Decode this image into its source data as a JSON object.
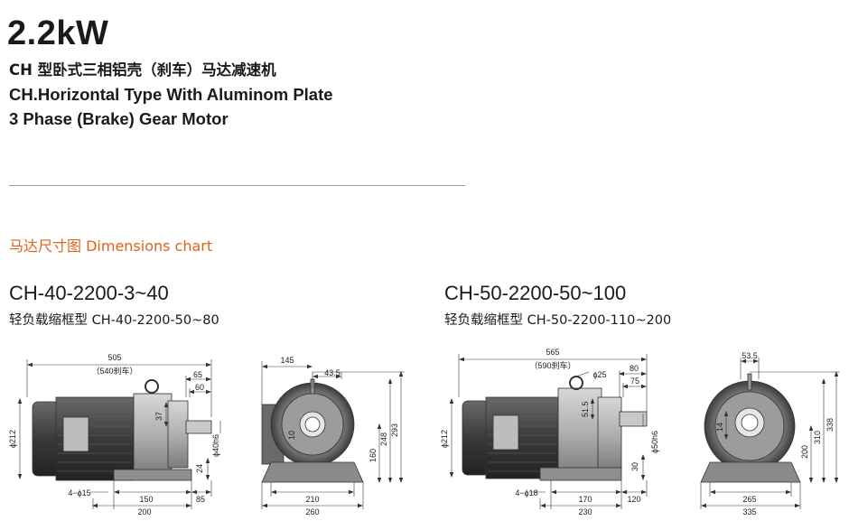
{
  "header": {
    "power": "2.2kW",
    "title_cn": "CH 型卧式三相铝壳（刹车）马达减速机",
    "title_en_1": "CH.Horizontal Type With Aluminom Plate",
    "title_en_2": "3 Phase (Brake) Gear Motor"
  },
  "section": {
    "dimensions_label": "马达尺寸图 Dimensions chart"
  },
  "left_model": {
    "model": "CH-40-2200-3~40",
    "light_load_prefix": "轻负载缩框型",
    "light_load_model": "CH-40-2200-50~80",
    "dims": {
      "d505": "505",
      "d540": "（540刹车）",
      "d65": "65",
      "d60": "60",
      "d37": "37",
      "d212": "ϕ212",
      "d40h6": "ϕ40h6",
      "d24": "24",
      "holes": "4−ϕ15",
      "d150": "150",
      "d85": "85",
      "d200": "200",
      "d145": "145",
      "d43_5": "43.5",
      "d10": "10",
      "d160": "160",
      "d248": "248",
      "d293": "293",
      "d210": "210",
      "d260": "260"
    }
  },
  "right_model": {
    "model": "CH-50-2200-50~100",
    "light_load_prefix": "轻负载缩框型",
    "light_load_model": "CH-50-2200-110~200",
    "dims": {
      "d565": "565",
      "d590": "（590刹车）",
      "d25": "ϕ25",
      "d80": "80",
      "d75": "75",
      "d51_5": "51.5",
      "d212": "ϕ212",
      "d50h6": "ϕ50h6",
      "d30": "30",
      "holes": "4−ϕ18",
      "d170": "170",
      "d120": "120",
      "d230": "230",
      "d53_5": "53.5",
      "d14": "14",
      "d200": "200",
      "d310": "310",
      "d338": "338",
      "d265": "265",
      "d335": "335"
    }
  }
}
